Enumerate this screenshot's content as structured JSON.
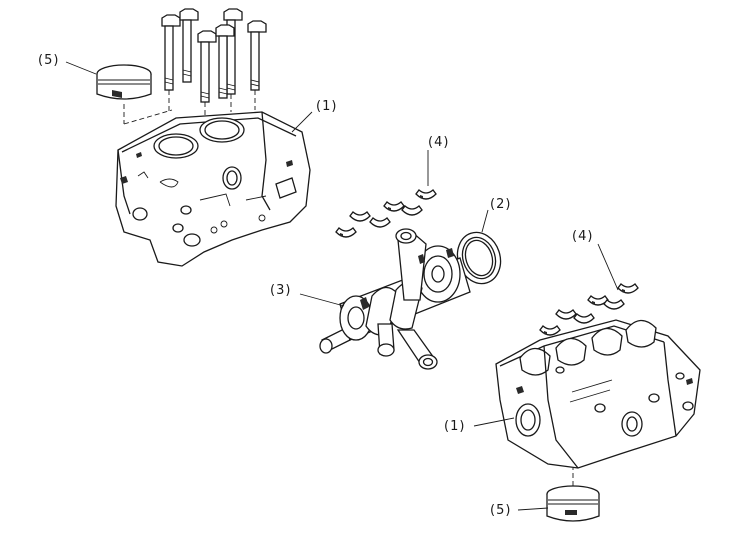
{
  "callouts": {
    "upper_piston": "(5)",
    "upper_block": "(1)",
    "upper_bearings": "(4)",
    "oil_seal": "(2)",
    "crankshaft": "(3)",
    "lower_bearings": "(4)",
    "lower_block": "(1)",
    "lower_piston": "(5)"
  }
}
